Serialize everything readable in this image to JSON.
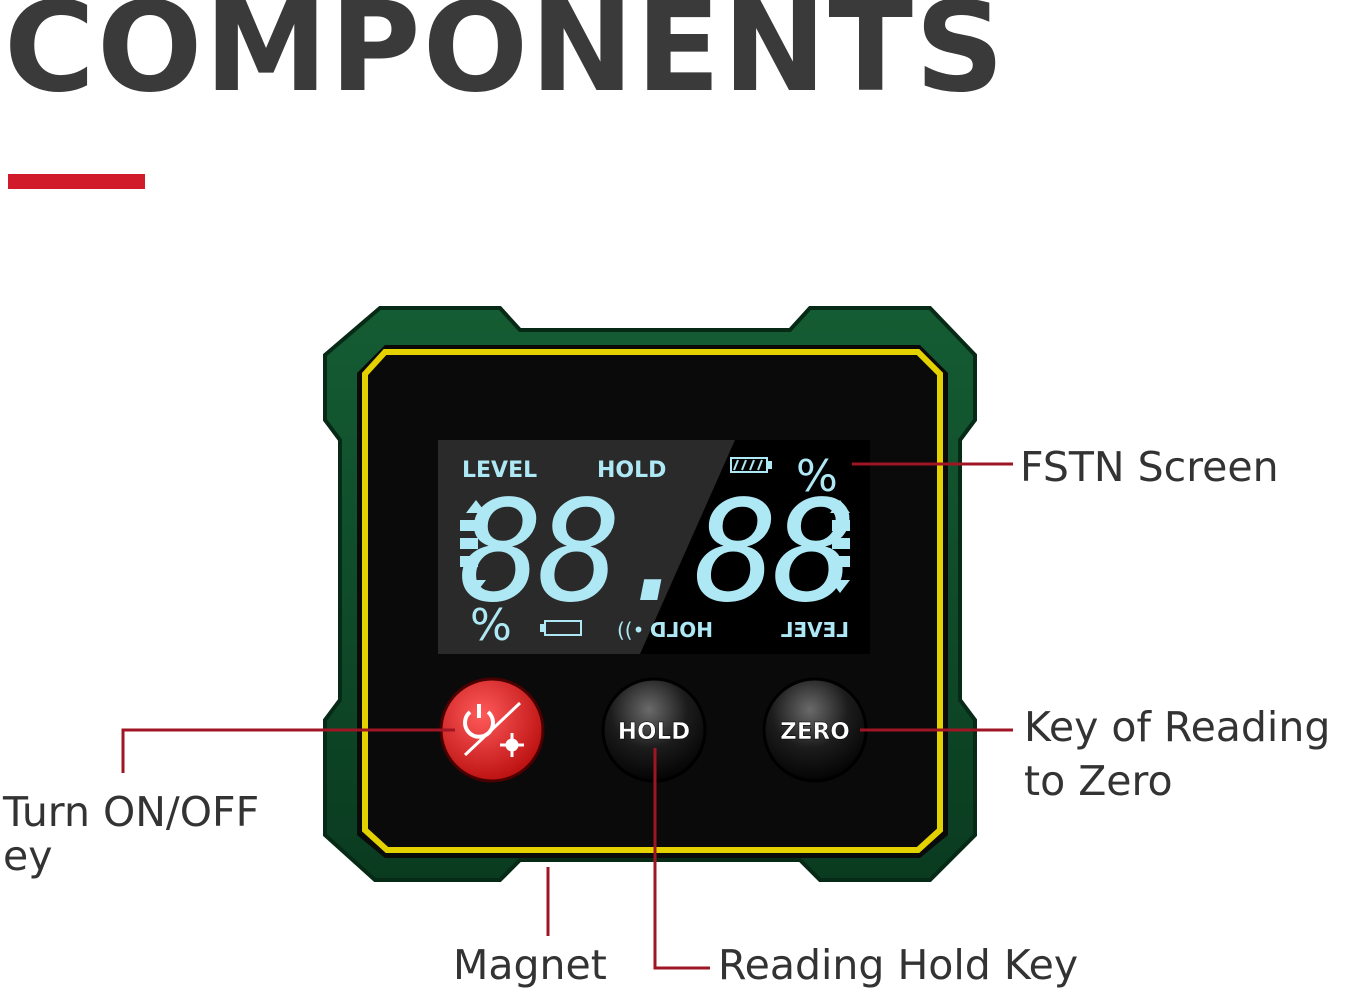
{
  "heading": {
    "title": "COMPONENTS",
    "accent_color": "#d11a2a"
  },
  "device": {
    "body_color": "#0f4d2a",
    "frame_color": "#e3d100",
    "screen": {
      "digits": "88.88",
      "label_level": "LEVEL",
      "label_hold": "HOLD",
      "percent": "%",
      "digit_color": "#aee8f5"
    },
    "buttons": {
      "power": {
        "icon": "power-icon",
        "color": "#e01818"
      },
      "hold": {
        "label": "HOLD"
      },
      "zero": {
        "label": "ZERO"
      }
    }
  },
  "callouts": {
    "screen": "FSTN Screen",
    "zero_key": "Key of Reading\nto Zero",
    "power_key": "Turn ON/OFF\ney",
    "magnet": "Magnet",
    "hold_key": "Reading Hold Key"
  }
}
